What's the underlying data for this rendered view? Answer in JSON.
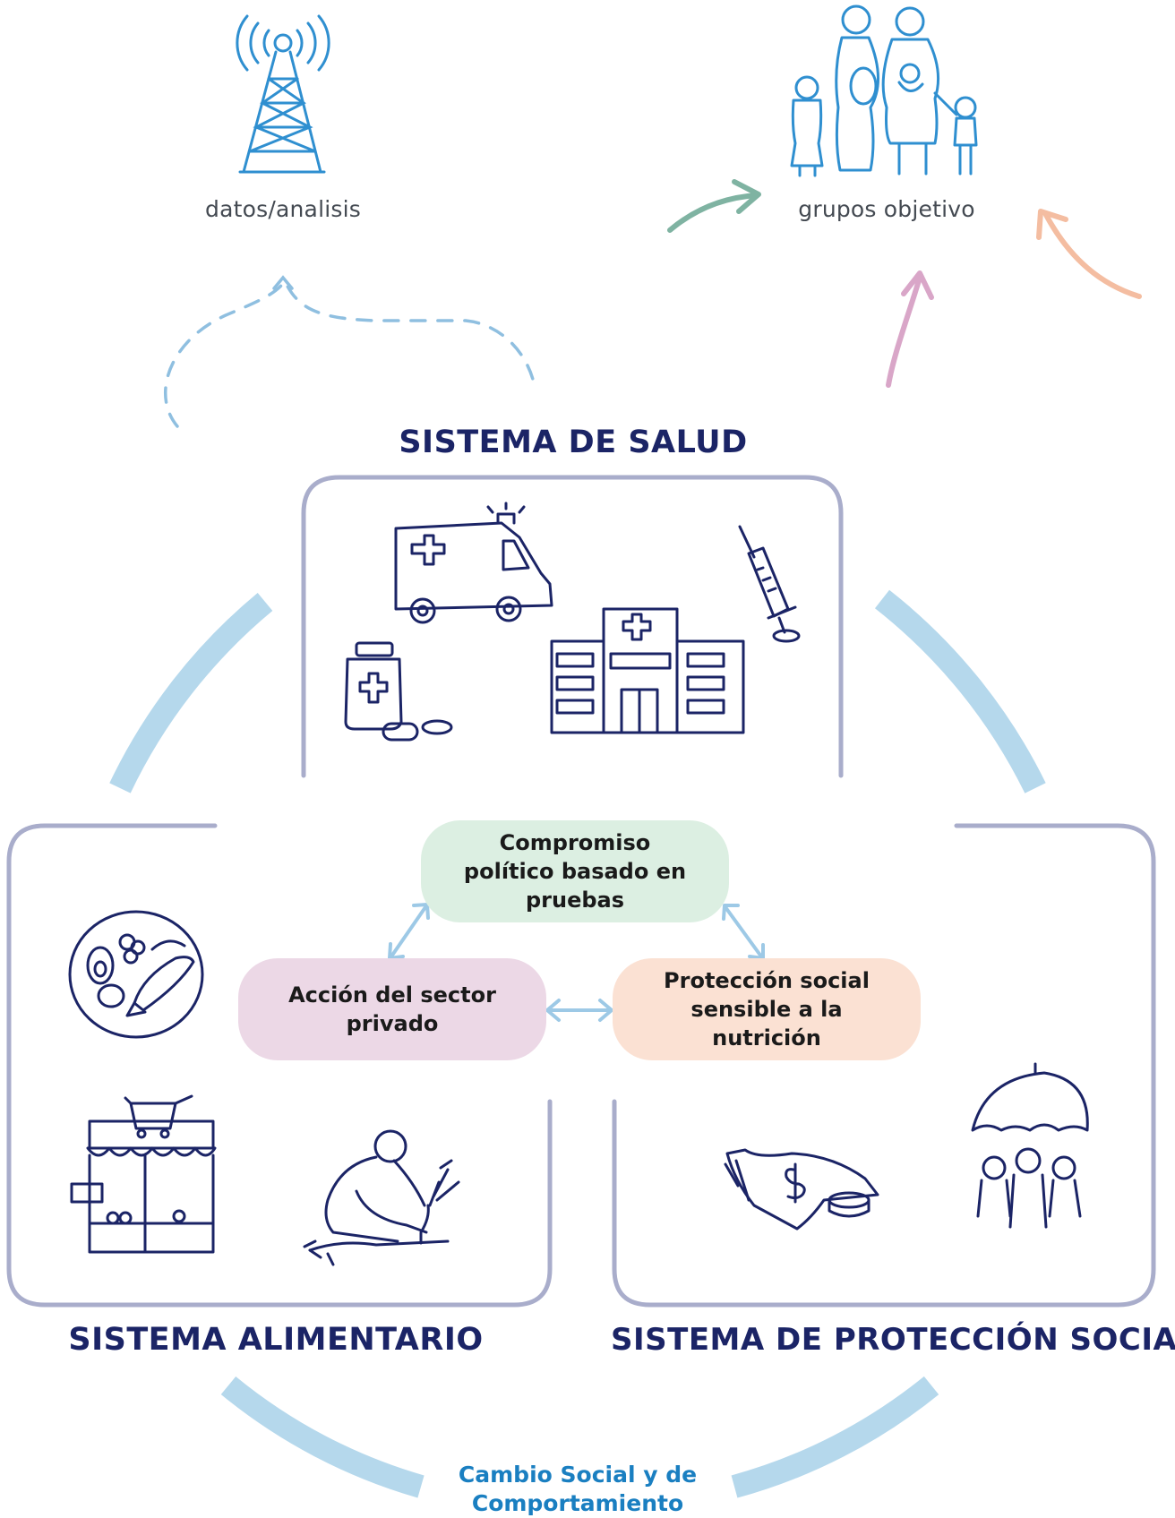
{
  "labels": {
    "data_analysis": "datos/analisis",
    "target_groups": "grupos objetivo",
    "health_system": "SISTEMA DE SALUD",
    "food_system": "SISTEMA ALIMENTARIO",
    "social_protection_system": "SISTEMA DE PROTECCIÓN SOCIAL",
    "behavior_change": "Cambio Social y de\nComportamiento"
  },
  "pills": {
    "political_commitment": "Compromiso\npolítico basado en\npruebas",
    "private_sector": "Acción del sector\nprivado",
    "social_protection": "Protección social\nsensible a la\nnutrición"
  },
  "colors": {
    "navy": "#1b2466",
    "frame": "#a9adcb",
    "ring": "#b5d8ec",
    "green_pill": "#dcefe2",
    "pink_pill": "#ecd8e6",
    "peach_pill": "#fbe1d3",
    "arrow_green": "#7fb3a2",
    "arrow_pink": "#d9a6c8",
    "arrow_peach": "#f4bda1",
    "icon_blue": "#2f8fd0"
  },
  "icons": [
    "radio-tower-icon",
    "family-icon",
    "ambulance-icon",
    "syringe-icon",
    "medicine-bottle-icon",
    "hospital-icon",
    "food-plate-icon",
    "market-stall-icon",
    "farmer-icon",
    "money-icon",
    "umbrella-people-icon"
  ]
}
